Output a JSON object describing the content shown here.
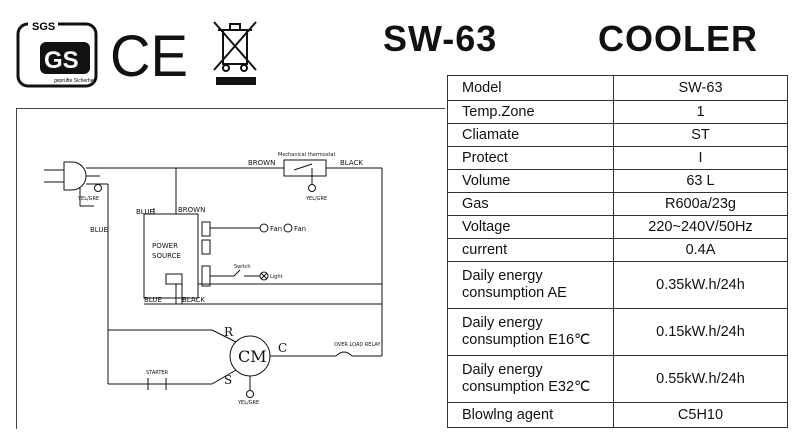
{
  "header": {
    "model": "SW-63",
    "product_type": "COOLER"
  },
  "logos": {
    "gs_top": "SGS",
    "gs_main": "GS",
    "gs_sub": "geprüfte Sicherheit",
    "ce": "CE"
  },
  "specs": [
    {
      "label": "Model",
      "value": "SW-63"
    },
    {
      "label": "Temp.Zone",
      "value": "1"
    },
    {
      "label": "Cliamate",
      "value": "ST"
    },
    {
      "label": "Protect",
      "value": "I"
    },
    {
      "label": "Volume",
      "value": "63 L"
    },
    {
      "label": "Gas",
      "value": "R600a/23g"
    },
    {
      "label": "Voltage",
      "value": "220~240V/50Hz"
    },
    {
      "label": "current",
      "value": "0.4A"
    },
    {
      "label": "Daily energy consumption AE",
      "value": "0.35kW.h/24h"
    },
    {
      "label": "Daily energy consumption E16℃",
      "value": "0.15kW.h/24h"
    },
    {
      "label": "Daily energy consumption E32℃",
      "value": "0.55kW.h/24h"
    },
    {
      "label": "Blowlng agent",
      "value": "C5H10"
    }
  ],
  "diagram": {
    "thermostat": "Mechanical thermostat",
    "brown_top": "BROWN",
    "black_top": "BLACK",
    "yel_grn_plug": "YEL/GRE",
    "yel_grn_therm": "YEL/GRE",
    "yel_grn_comp": "YEL/GRE",
    "blue_left": "BLUE",
    "blue_inner": "BLUE",
    "brown_inner": "BROWN",
    "blue_bottom": "BLUE",
    "black_bottom": "BLACK",
    "power_1": "POWER",
    "power_2": "SOURCE",
    "fan1": "Fan",
    "fan2": "Fan",
    "switch": "Switch",
    "light": "Light",
    "motor": "CM",
    "term_r": "R",
    "term_s": "S",
    "term_c": "C",
    "overload": "OVER LOAD RELAY",
    "starter": "STARTER"
  }
}
